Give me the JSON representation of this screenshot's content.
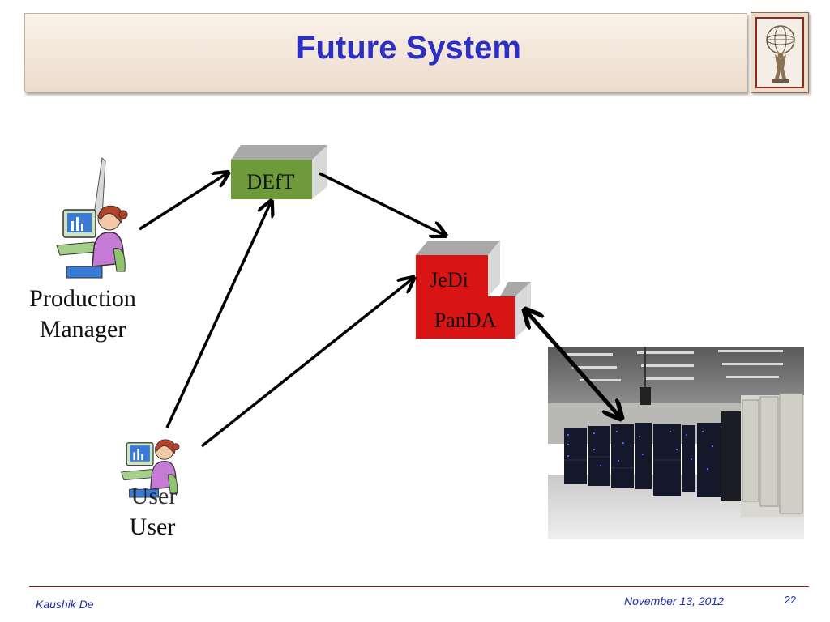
{
  "slide": {
    "title": "Future System",
    "page_number": "22"
  },
  "diagram": {
    "nodes": {
      "deft": {
        "label": "DEfT",
        "color": "#6e9a3a"
      },
      "jedi": {
        "label": "JeDi",
        "color": "#d81414"
      },
      "panda": {
        "label": "PanDA",
        "color": "#d81414"
      }
    },
    "actors": {
      "production_manager": {
        "label_line1": "Production",
        "label_line2": "Manager"
      },
      "user": {
        "label": "User",
        "overlap_label": "User"
      }
    },
    "edges": [
      {
        "from": "production_manager",
        "to": "deft",
        "direction": "forward"
      },
      {
        "from": "user",
        "to": "deft",
        "direction": "forward"
      },
      {
        "from": "user",
        "to": "jedi",
        "direction": "forward"
      },
      {
        "from": "deft",
        "to": "jedi",
        "direction": "forward"
      },
      {
        "from": "panda",
        "to": "computing_center",
        "direction": "both"
      }
    ]
  },
  "footer": {
    "author": "Kaushik De",
    "date": "November 13, 2012"
  }
}
